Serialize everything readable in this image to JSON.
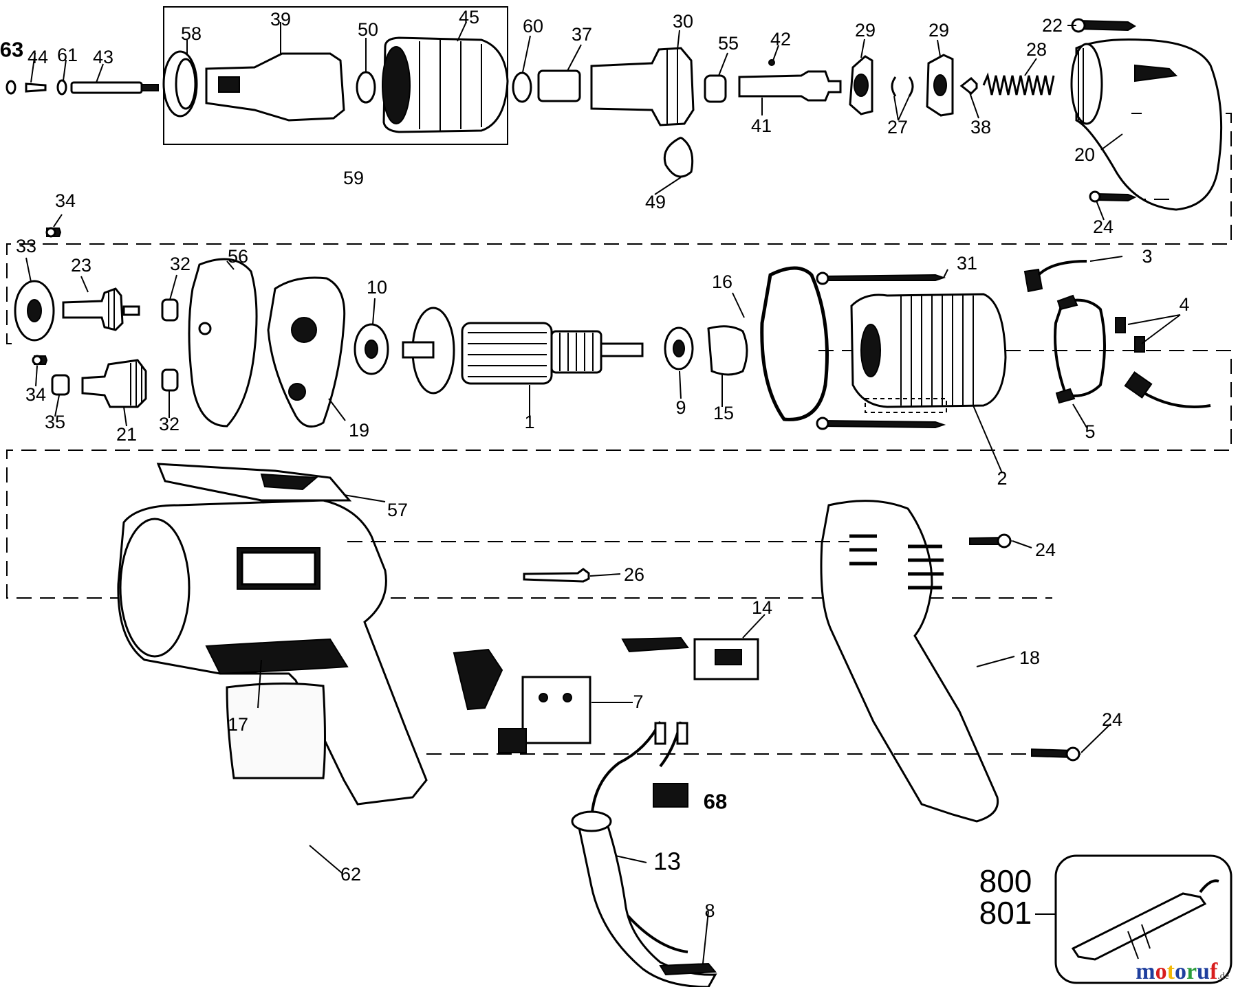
{
  "labels": {
    "l63": "63",
    "l44": "44",
    "l61": "61",
    "l43": "43",
    "l58": "58",
    "l39": "39",
    "l50": "50",
    "l45": "45",
    "l60": "60",
    "l37": "37",
    "l30": "30",
    "l55": "55",
    "l42": "42",
    "l41": "41",
    "l29a": "29",
    "l29b": "29",
    "l27": "27",
    "l38": "38",
    "l28": "28",
    "l22": "22",
    "l20": "20",
    "l24a": "24",
    "l59": "59",
    "l49": "49",
    "l34a": "34",
    "l33": "33",
    "l23": "23",
    "l32a": "32",
    "l56": "56",
    "l10": "10",
    "l16": "16",
    "l31": "31",
    "l3": "3",
    "l4": "4",
    "l34b": "34",
    "l35": "35",
    "l21": "21",
    "l32b": "32",
    "l19": "19",
    "l1": "1",
    "l9": "9",
    "l15": "15",
    "l5": "5",
    "l2": "2",
    "l57": "57",
    "l24b": "24",
    "l26": "26",
    "l14": "14",
    "l17": "17",
    "l7": "7",
    "l18": "18",
    "l24c": "24",
    "l68": "68",
    "l13": "13",
    "l62": "62",
    "l8": "8",
    "l800": "800",
    "l801": "801"
  },
  "watermark": {
    "brand": "motoruf",
    "tld": ".de",
    "colors": [
      "#1f3f9e",
      "#d81e1e",
      "#f2b705",
      "#1f3f9e",
      "#2a9d3a",
      "#1f3f9e",
      "#d81e1e"
    ]
  }
}
